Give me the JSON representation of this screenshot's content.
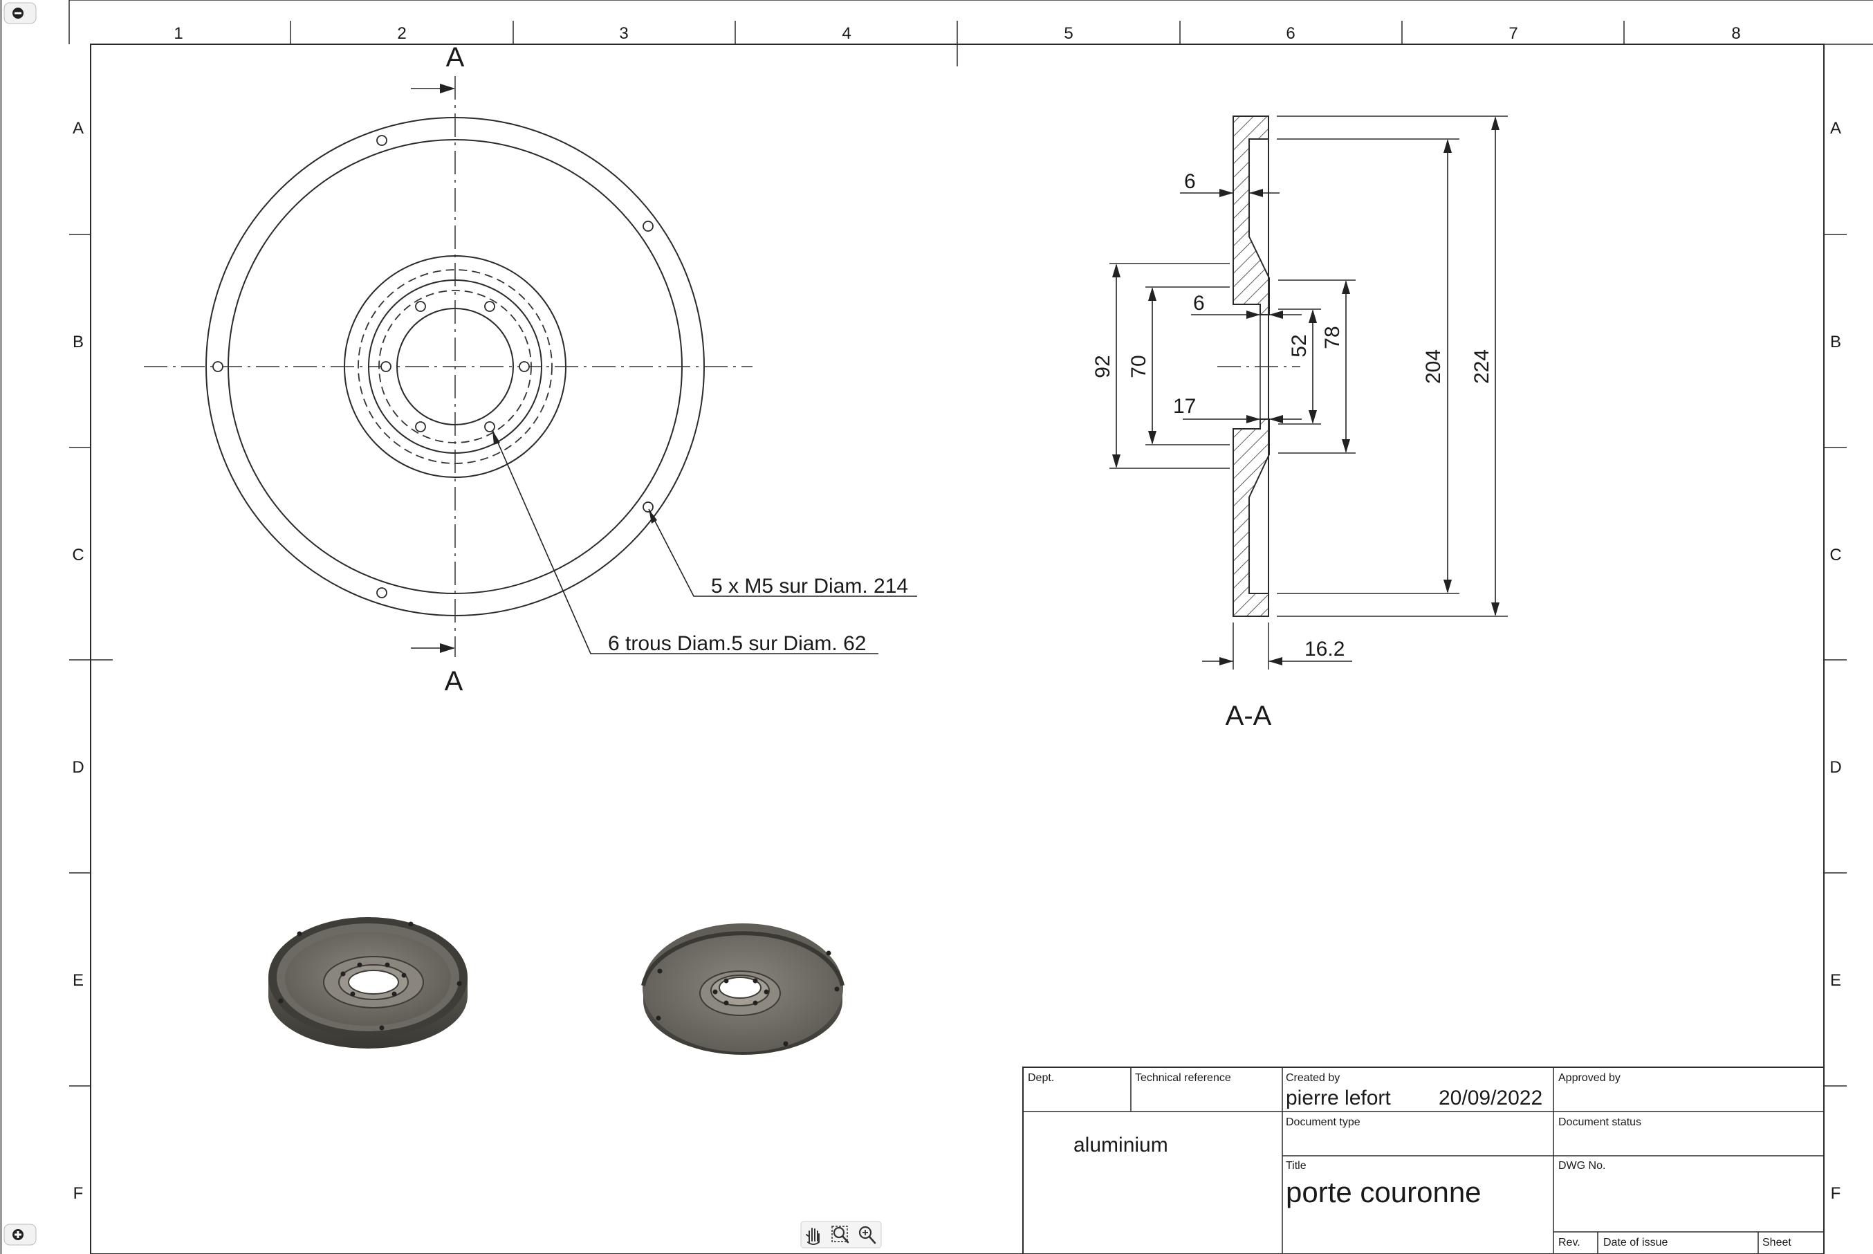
{
  "sheet": {
    "columns": [
      "1",
      "2",
      "3",
      "4",
      "5",
      "6",
      "7",
      "8"
    ],
    "rows": [
      "A",
      "B",
      "C",
      "D",
      "E",
      "F"
    ]
  },
  "front_view": {
    "section_mark": "A",
    "notes": [
      "5 x M5 sur Diam. 214",
      "6 trous Diam.5 sur Diam. 62"
    ]
  },
  "section_view": {
    "label": "A-A",
    "dimensions": {
      "wall_thickness": "6",
      "hub_thickness": "6",
      "hub_step": "17",
      "width": "16.2",
      "d_92": "92",
      "d_70": "70",
      "d_52": "52",
      "d_78": "78",
      "d_204": "204",
      "d_224": "224"
    }
  },
  "title_block": {
    "dept_label": "Dept.",
    "tech_ref_label": "Technical reference",
    "created_by_label": "Created by",
    "created_by": "pierre lefort",
    "created_date": "20/09/2022",
    "approved_by_label": "Approved by",
    "material": "aluminium",
    "doc_type_label": "Document type",
    "doc_status_label": "Document status",
    "title_label": "Title",
    "title": "porte couronne",
    "dwg_no_label": "DWG No.",
    "rev_label": "Rev.",
    "date_issue_label": "Date of issue",
    "sheet_label": "Sheet"
  },
  "toolbar": {
    "icons": [
      "pan-icon",
      "zoom-window-icon",
      "zoom-icon"
    ]
  },
  "colors": {
    "line": "#2a2a2a",
    "part_dark": "#4d4a44",
    "part_light": "#7a766f"
  }
}
